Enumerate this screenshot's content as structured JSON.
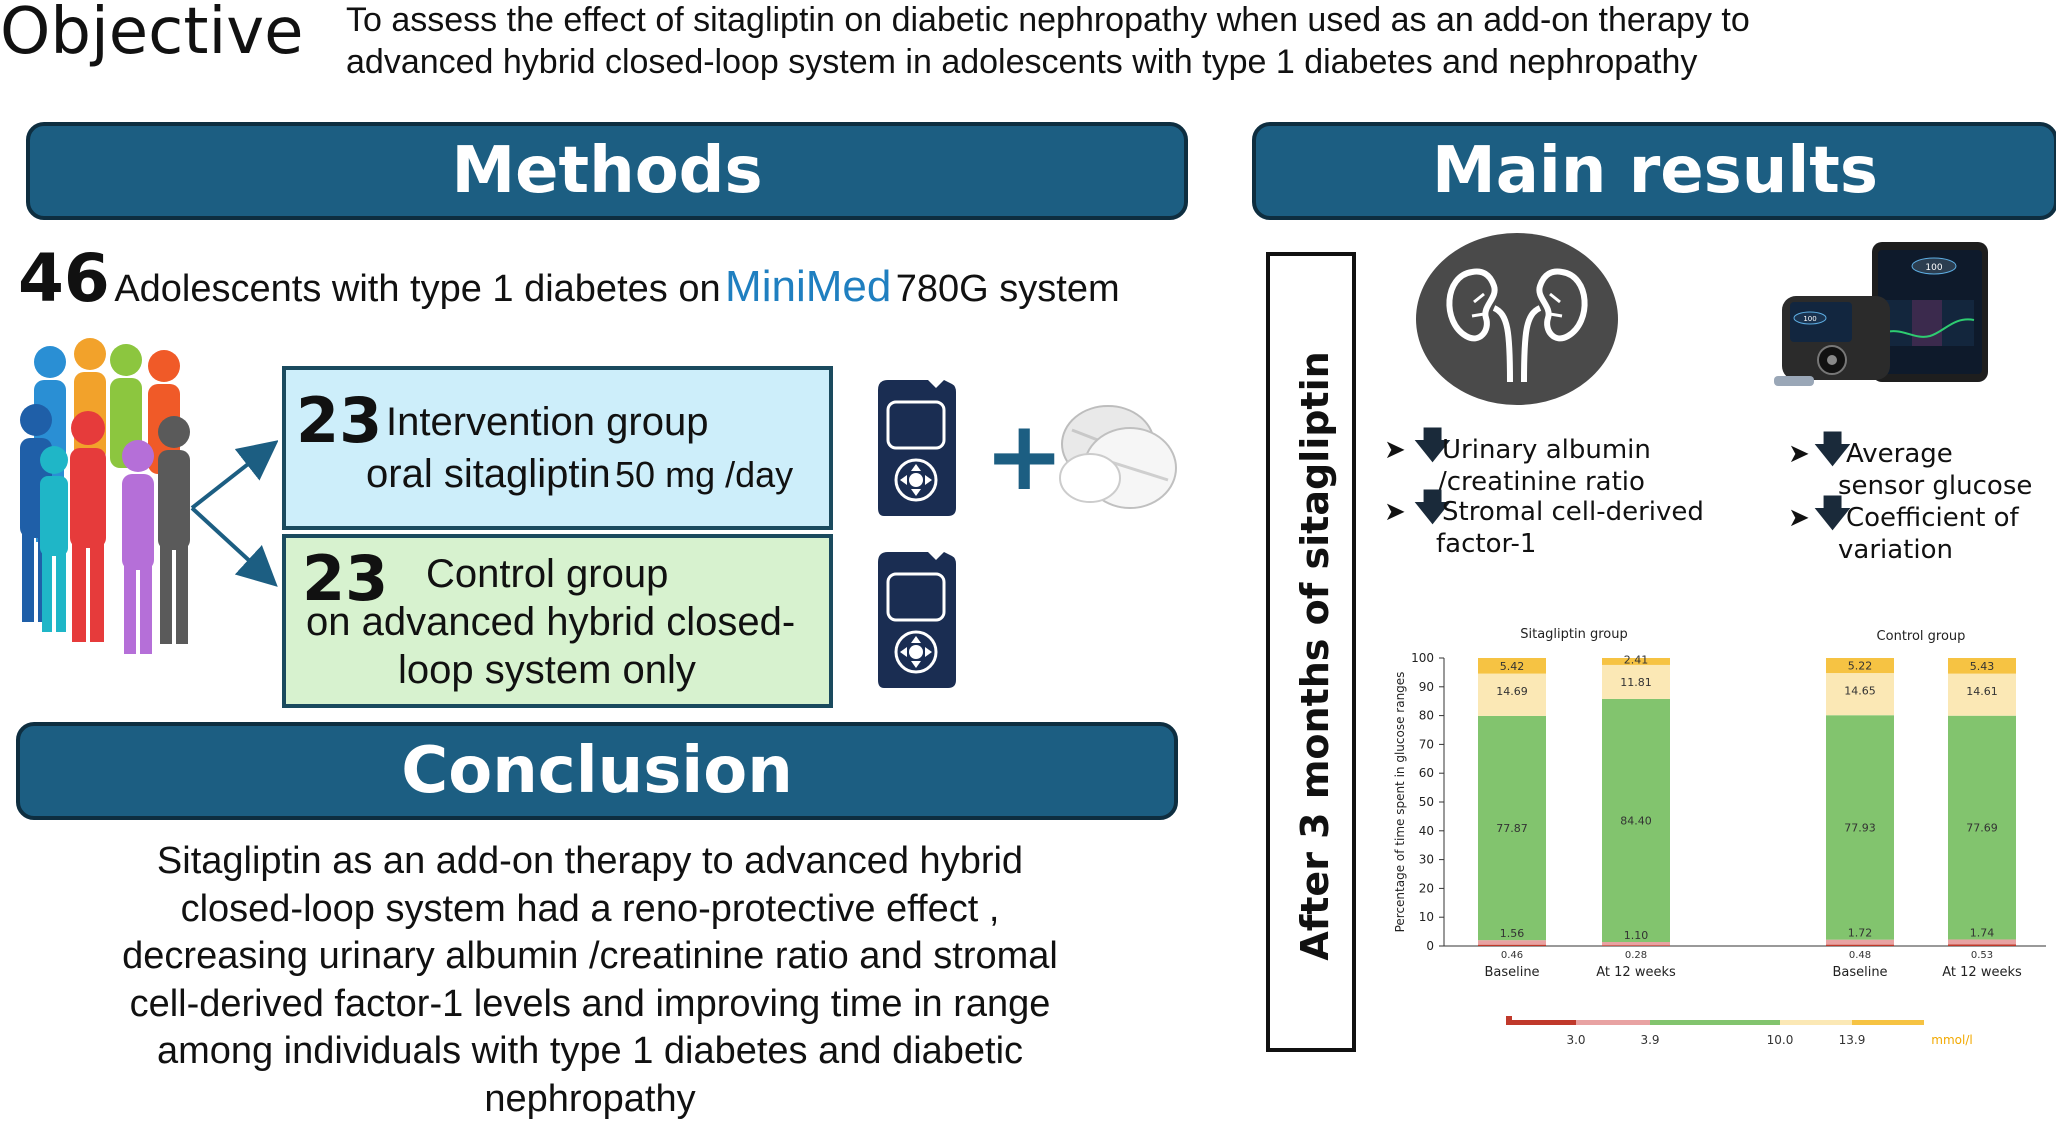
{
  "objective": {
    "label": "Objective",
    "text_line1": "To assess the effect of sitagliptin on diabetic nephropathy when used as an add-on therapy to",
    "text_line2": "advanced hybrid closed-loop system in adolescents with type 1 diabetes and nephropathy"
  },
  "methods": {
    "title": "Methods",
    "total_number": "46",
    "total_text_a": "Adolescents with type 1 diabetes on",
    "total_brand": "MiniMed",
    "total_text_b": "780G system",
    "intervention": {
      "number": "23",
      "line1": "Intervention group",
      "line2a": "oral sitagliptin",
      "line2b": "50 mg /day"
    },
    "control": {
      "number": "23",
      "line1": "Control  group",
      "line2": "on advanced hybrid closed-",
      "line3": "loop system only"
    },
    "plus_sign": "+"
  },
  "conclusion": {
    "title": "Conclusion",
    "lines": [
      "Sitagliptin as an add-on therapy to advanced hybrid",
      "closed-loop system had a reno-protective effect ,",
      "decreasing urinary albumin /creatinine ratio and stromal",
      "cell-derived factor-1 levels and improving time in range",
      "among individuals with type 1 diabetes and  diabetic",
      "nephropathy"
    ]
  },
  "results": {
    "title": "Main results",
    "vertical_label": "After 3 months of sitagliptin",
    "kidney_items": [
      {
        "line1": "Urinary albumin",
        "line2": "/creatinine ratio"
      },
      {
        "line1": "Stromal cell-derived",
        "line2": "factor-1"
      }
    ],
    "glucose_items": [
      {
        "line1": "Average",
        "line2": "sensor glucose"
      },
      {
        "line1": "Coefficient of",
        "line2": "variation"
      }
    ],
    "pump_screen_value": "100"
  },
  "colors": {
    "banner": "#1c5e82",
    "banner_border": "#0e2e40",
    "intervention_bg": "#cdeefa",
    "control_bg": "#d7f2cf",
    "brand": "#1f7fc0",
    "plus": "#1c5e82",
    "very_high": "#f6c343",
    "high": "#fbe8b5",
    "in_range": "#82c46e",
    "low": "#e8a2a2",
    "very_low": "#c0392b"
  },
  "chart_data": {
    "type": "bar",
    "stacked": true,
    "ylabel": "Percentage of time spent in glucose ranges",
    "ylim": [
      0,
      100
    ],
    "yticks": [
      0,
      10,
      20,
      30,
      40,
      50,
      60,
      70,
      80,
      90,
      100
    ],
    "groups": [
      {
        "title": "Sitagliptin group",
        "categories": [
          "Baseline",
          "At 12 weeks"
        ]
      },
      {
        "title": "Control group",
        "categories": [
          "Baseline",
          "At 12 weeks"
        ]
      }
    ],
    "categories": [
      "Baseline",
      "At 12 weeks",
      "Baseline",
      "At 12 weeks"
    ],
    "series": [
      {
        "key": "very_low",
        "values": [
          0.46,
          0.28,
          0.48,
          0.53
        ],
        "labels": [
          "0.46",
          "0.28",
          "0.48",
          "0.53"
        ]
      },
      {
        "key": "low",
        "values": [
          1.56,
          1.1,
          1.72,
          1.74
        ],
        "labels": [
          "1.56",
          "1.10",
          "1.72",
          "1.74"
        ]
      },
      {
        "key": "in_range",
        "values": [
          77.87,
          84.4,
          77.93,
          77.69
        ],
        "labels": [
          "77.87",
          "84.40",
          "77.93",
          "77.69"
        ]
      },
      {
        "key": "high",
        "values": [
          14.69,
          11.81,
          14.65,
          14.61
        ],
        "labels": [
          "14.69",
          "11.81",
          "14.65",
          "14.61"
        ]
      },
      {
        "key": "very_high",
        "values": [
          5.42,
          2.41,
          5.22,
          5.43
        ],
        "labels": [
          "5.42",
          "2.41",
          "5.22",
          "5.43"
        ]
      }
    ],
    "range_legend": {
      "thresholds": [
        "3.0",
        "3.9",
        "10.0",
        "13.9"
      ],
      "unit": "mmol/l"
    }
  }
}
